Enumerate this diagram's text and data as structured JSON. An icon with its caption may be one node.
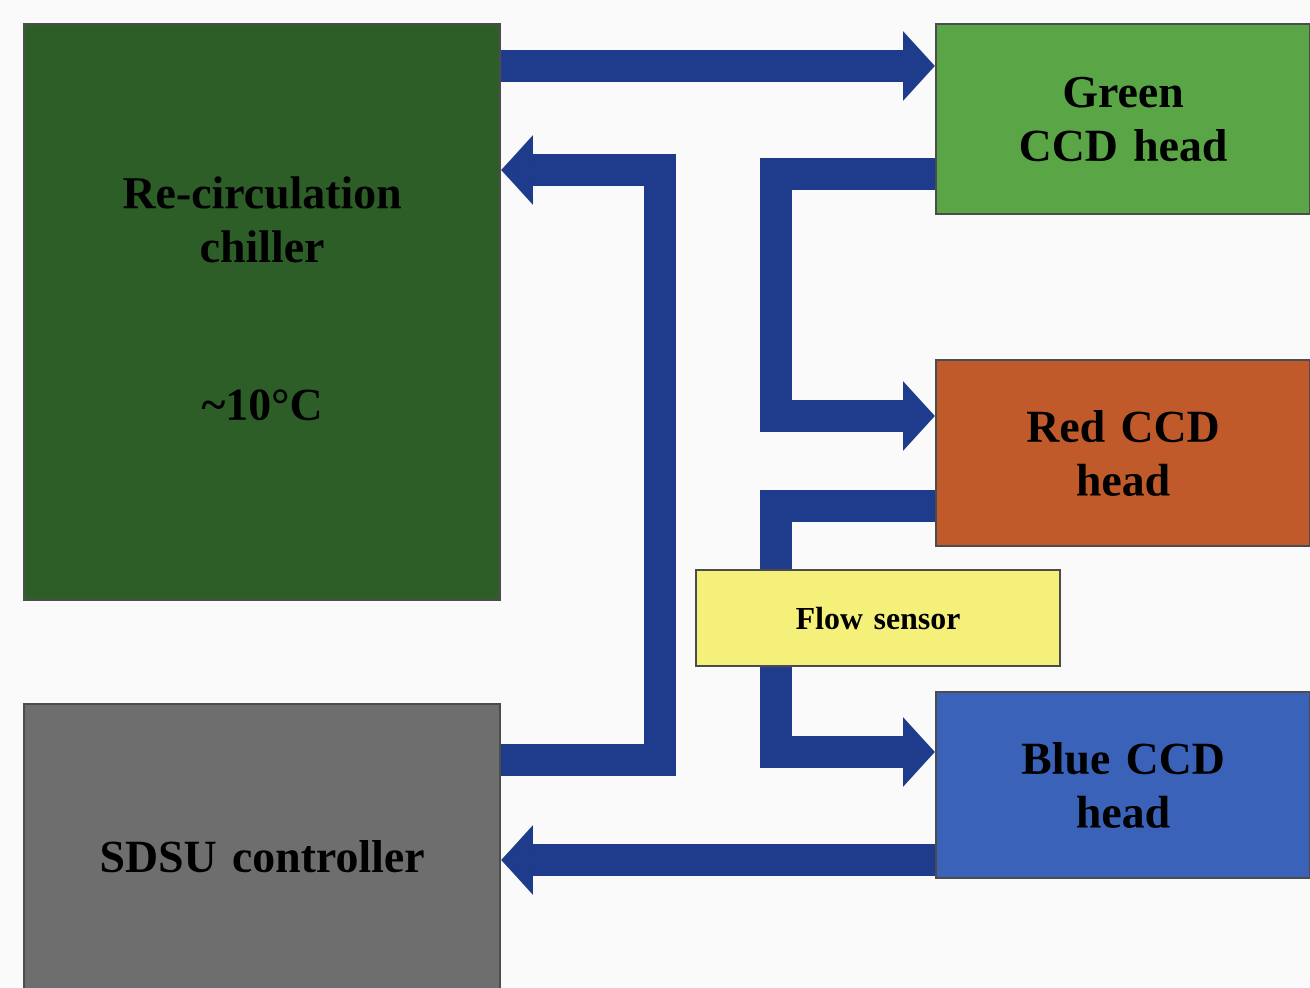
{
  "diagram": {
    "nodes": [
      {
        "text": [
          "Re-circulation chiller",
          "~10°C"
        ]
      },
      {
        "text": [
          "SDSU controller"
        ]
      },
      {
        "text": [
          "Green CCD head"
        ]
      },
      {
        "text": [
          "Red CCD head"
        ]
      },
      {
        "text": [
          "Flow sensor"
        ]
      },
      {
        "text": [
          "Blue CCD head"
        ]
      }
    ],
    "edges": [
      {
        "from": 0,
        "to": 2,
        "arrow": "to"
      },
      {
        "from": 2,
        "to": 3,
        "arrow": "to"
      },
      {
        "from": 3,
        "to": 4,
        "arrow": "none"
      },
      {
        "from": 4,
        "to": 5,
        "arrow": "to"
      },
      {
        "from": 5,
        "to": 1,
        "arrow": "to"
      },
      {
        "from": 1,
        "to": 0,
        "arrow": "to"
      }
    ]
  }
}
